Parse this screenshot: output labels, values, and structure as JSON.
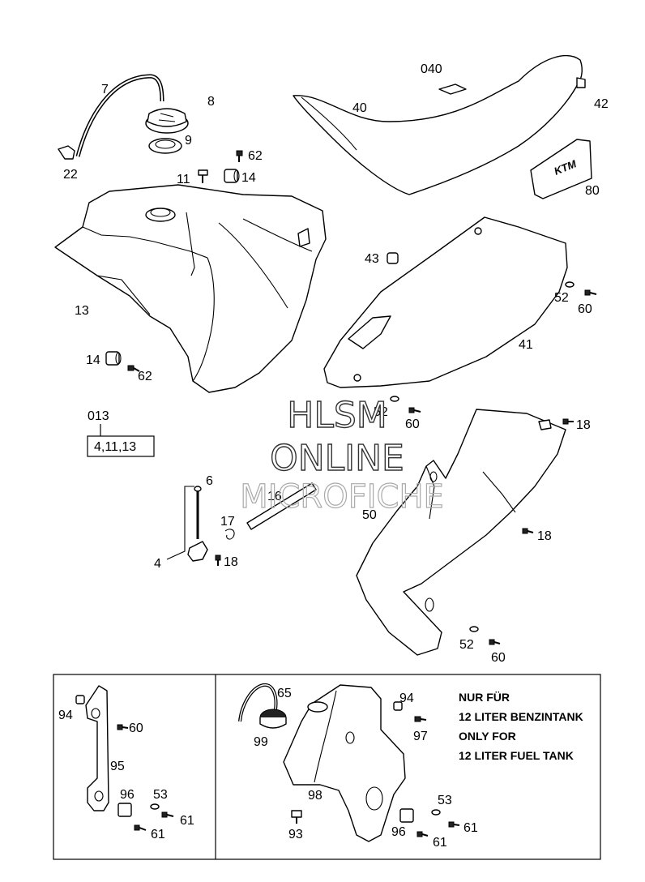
{
  "labels": {
    "p7": "7",
    "p8": "8",
    "p9": "9",
    "p22": "22",
    "p62a": "62",
    "p11": "11",
    "p14a": "14",
    "p040": "040",
    "p40": "40",
    "p42": "42",
    "p80": "80",
    "p13": "13",
    "p43": "43",
    "p52a": "52",
    "p60a": "60",
    "p41": "41",
    "p14b": "14",
    "p62b": "62",
    "p013": "013",
    "kit": "4,11,13",
    "p52b": "52",
    "p60b": "60",
    "p18a": "18",
    "p6": "6",
    "p16": "16",
    "p50": "50",
    "p17": "17",
    "p4": "4",
    "p18b": "18",
    "p18c": "18",
    "p52c": "52",
    "p60c": "60",
    "p65": "65",
    "p94a": "94",
    "p60d": "60",
    "p95": "95",
    "p96a": "96",
    "p53a": "53",
    "p61a": "61",
    "p61b": "61",
    "p99": "99",
    "p98": "98",
    "p93": "93",
    "p94b": "94",
    "p97": "97",
    "p53b": "53",
    "p96b": "96",
    "p61c": "61",
    "p61d": "61"
  },
  "note": {
    "line1": "NUR FÜR",
    "line2": "12 LITER BENZINTANK",
    "line3": "ONLY FOR",
    "line4": "12 LITER FUEL TANK"
  },
  "watermark": {
    "line1": "HLSM",
    "line2": "ONLINE",
    "line3": "MICROFICHE"
  },
  "logo": {
    "text": "KTM"
  }
}
